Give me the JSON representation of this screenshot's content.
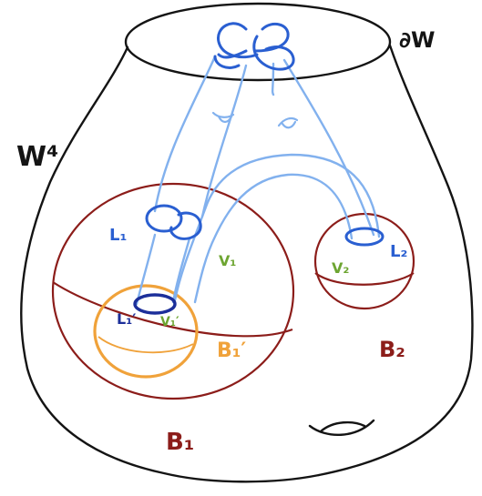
{
  "colors": {
    "outline": "#141414",
    "ball": "#8c1d1a",
    "link_light": "#82b1ee",
    "link_dark": "#2a5fd1",
    "link_navy": "#1c2f9a",
    "orange": "#f0a23a",
    "green": "#6da531"
  },
  "labels": {
    "W4": "W⁴",
    "boundary": "∂W",
    "B1": "B₁",
    "B2": "B₂",
    "B1prime": "B₁′",
    "L1": "L₁",
    "L2": "L₂",
    "L1prime": "L₁′",
    "V1": "V₁",
    "V2": "V₂",
    "V1prime": "V₁′"
  }
}
